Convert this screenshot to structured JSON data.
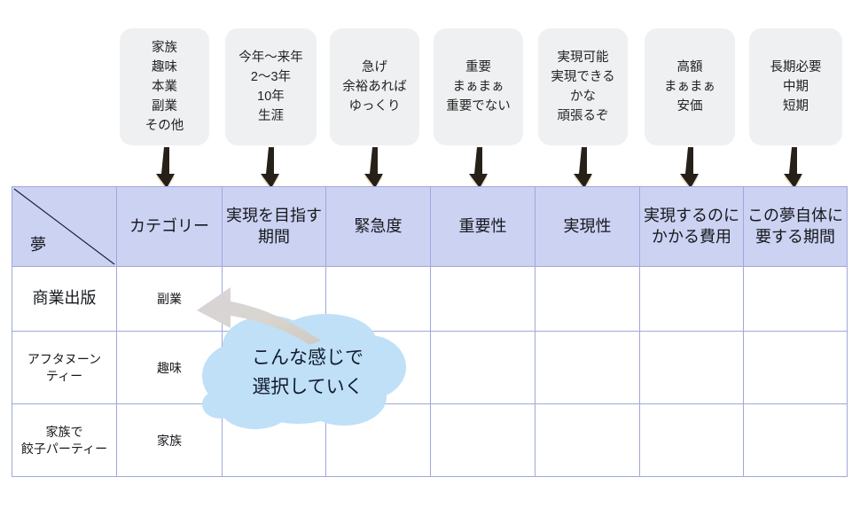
{
  "colors": {
    "callout_bg": "#eff0f1",
    "header_bg": "#ccd2f2",
    "grid_line": "#9fa8da",
    "arrow_fill": "#262019",
    "arrow_shadow": "#f2e2cc",
    "cloud_fill": "#bfe0f7",
    "curved_arrow": "#d9d6d2",
    "page_bg": "#ffffff",
    "text": "#16181d"
  },
  "option_callouts": [
    {
      "name": "category-options",
      "lines": [
        "家族",
        "趣味",
        "本業",
        "副業",
        "その他"
      ]
    },
    {
      "name": "period-options",
      "lines": [
        "今年〜来年",
        "2〜3年",
        "10年",
        "生涯"
      ]
    },
    {
      "name": "urgency-options",
      "lines": [
        "急げ",
        "余裕あれば",
        "ゆっくり"
      ]
    },
    {
      "name": "importance-options",
      "lines": [
        "重要",
        "まぁまぁ",
        "重要でない"
      ]
    },
    {
      "name": "feasibility-options",
      "lines": [
        "実現可能",
        "実現できる",
        "かな",
        "頑張るぞ"
      ]
    },
    {
      "name": "cost-options",
      "lines": [
        "高額",
        "まぁまぁ",
        "安価"
      ]
    },
    {
      "name": "duration-options",
      "lines": [
        "長期必要",
        "中期",
        "短期"
      ]
    }
  ],
  "table": {
    "corner_label": "夢",
    "headers": [
      "カテゴリー",
      "実現を目指す\n期間",
      "緊急度",
      "重要性",
      "実現性",
      "実現するのに\nかかる費用",
      "この夢自体に\n要する期間"
    ],
    "headers_lines": [
      [
        "カテゴリー"
      ],
      [
        "実現を目指す",
        "期間"
      ],
      [
        "緊急度"
      ],
      [
        "重要性"
      ],
      [
        "実現性"
      ],
      [
        "実現するのに",
        "かかる費用"
      ],
      [
        "この夢自体に",
        "要する期間"
      ]
    ],
    "rows": [
      {
        "dream_lines": [
          "商業出版"
        ],
        "dream_size": "large",
        "category": "副業",
        "urgency": "",
        "importance": "",
        "feasibility": "",
        "cost": "",
        "duration": "",
        "period": ""
      },
      {
        "dream_lines": [
          "アフタヌーン",
          "ティー"
        ],
        "dream_size": "small",
        "category": "趣味",
        "urgency": "",
        "importance": "",
        "feasibility": "",
        "cost": "",
        "duration": "",
        "period": ""
      },
      {
        "dream_lines": [
          "家族で",
          "餃子パーティー"
        ],
        "dream_size": "small",
        "category": "家族",
        "urgency": "",
        "importance": "",
        "feasibility": "",
        "cost": "",
        "duration": "",
        "period": ""
      }
    ]
  },
  "cloud_callout": {
    "lines": [
      "こんな感じで",
      "選択していく"
    ]
  }
}
